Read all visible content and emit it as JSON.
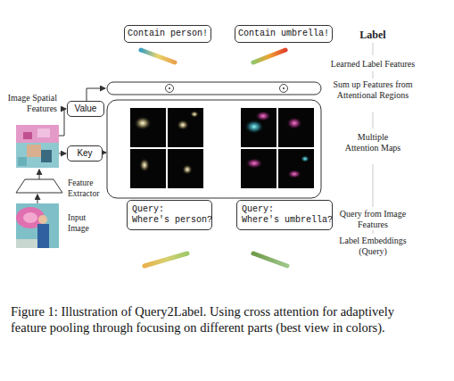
{
  "diagram": {
    "caption": "Figure 1: Illustration of Query2Label. Using cross attention for adaptively feature pooling through focusing on different parts (best view in colors).",
    "nodes": [
      {
        "text": [
          "Contain person!"
        ]
      },
      {
        "text": [
          "Contain umbrella!"
        ]
      },
      {
        "text": [
          "Value"
        ]
      },
      {
        "text": [
          "Key"
        ]
      },
      {
        "text": [
          "Query:",
          "Where's person?"
        ]
      },
      {
        "text": [
          "Query:",
          "Where's umbrella?"
        ]
      }
    ],
    "labels": [
      "Label",
      "Learned Label Features",
      "Sum up Features from Attentional Regions",
      "Image Spatial Features",
      "Multiple Attention Maps",
      "Feature Extractor",
      "Input Image",
      "Query from Image Features",
      "Label Embeddings (Query)"
    ]
  }
}
